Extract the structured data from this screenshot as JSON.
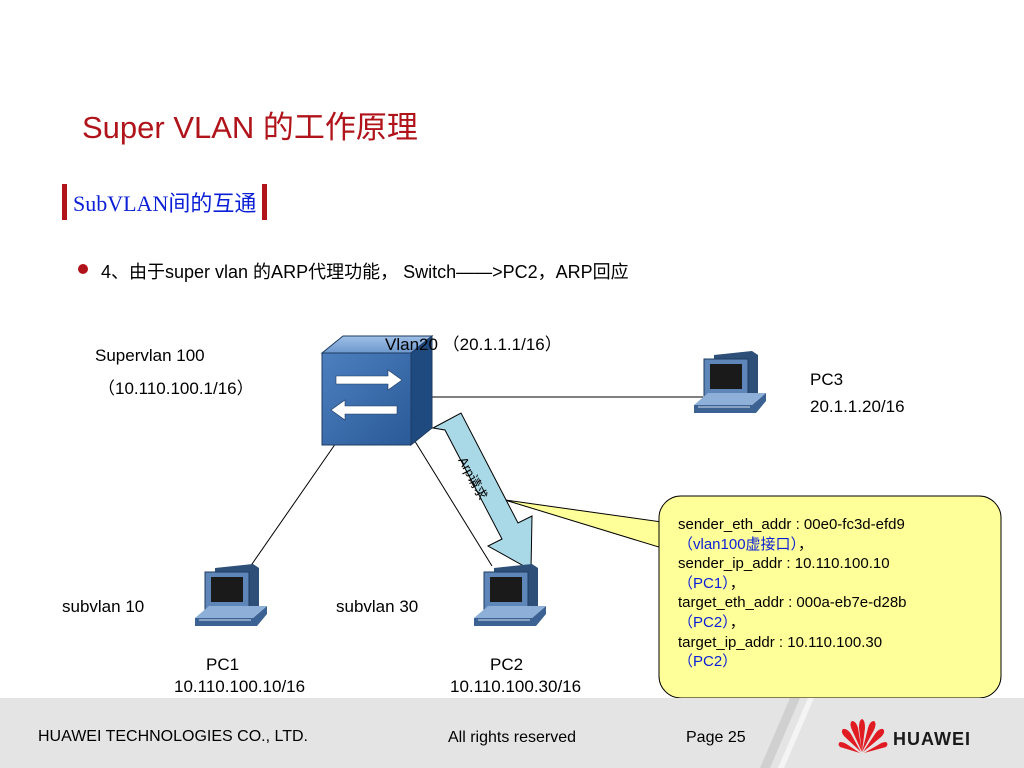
{
  "title": "Super VLAN 的工作原理",
  "section": "SubVLAN间的互通",
  "bullet": "4、由于super vlan 的ARP代理功能， Switch——>PC2，ARP回应",
  "switch": {
    "vlan20_label": "Vlan20 （20.1.1.1/16）",
    "supervlan_label": "Supervlan  100",
    "supervlan_ip": "（10.110.100.1/16）"
  },
  "pcs": [
    {
      "name": "PC1",
      "ip": "10.110.100.10/16",
      "subvlan": "subvlan 10"
    },
    {
      "name": "PC2",
      "ip": "10.110.100.30/16",
      "subvlan": "subvlan 30"
    },
    {
      "name": "PC3",
      "ip": "20.1.1.20/16"
    }
  ],
  "arrow_label": "Arp请求",
  "callout": {
    "lines": [
      {
        "text": "sender_eth_addr : 00e0-fc3d-efd9"
      },
      {
        "text": "（vlan100虚接口）",
        "suffix": "，"
      },
      {
        "text": "sender_ip_addr : 10.110.100.10"
      },
      {
        "text": "（PC1）",
        "suffix": "，"
      },
      {
        "text": "target_eth_addr : 000a-eb7e-d28b"
      },
      {
        "text": "（PC2）",
        "suffix": "，"
      },
      {
        "text": "target_ip_addr : 10.110.100.30"
      },
      {
        "text": "（PC2）"
      }
    ]
  },
  "footer": {
    "company": "HUAWEI TECHNOLOGIES CO., LTD.",
    "rights": "All rights reserved",
    "page": "Page 25",
    "logo_text": "HUAWEI"
  },
  "colors": {
    "title": "#b0131a",
    "section": "#0b1fd6",
    "callout_fill": "#ffff99",
    "callout_blue": "#0b1fd6",
    "arrow_fill": "#a9d8e6",
    "switch_blue": "#2c5f99",
    "logo_red": "#e01b22"
  }
}
